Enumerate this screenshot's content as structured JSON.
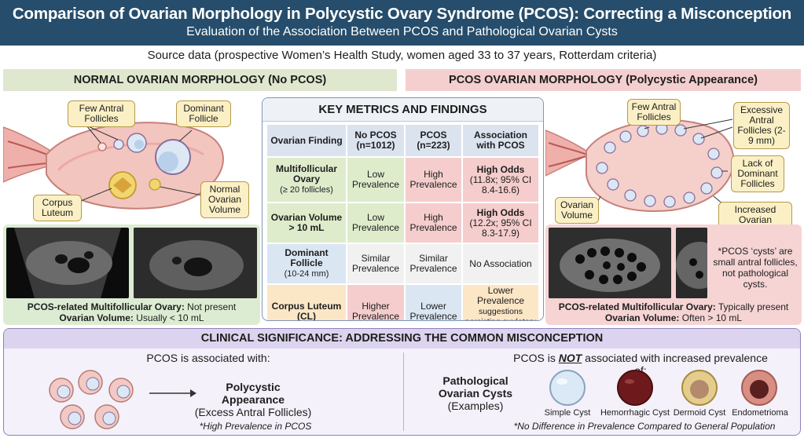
{
  "header": {
    "title": "Comparison of Ovarian Morphology in Polycystic Ovary Syndrome (PCOS): Correcting a Misconception",
    "subtitle": "Evaluation of the Association Between PCOS and Pathological Ovarian Cysts"
  },
  "source": "Source data (prospective Women’s Health Study, women aged 33 to 37 years, Rotterdam criteria)",
  "left_panel": {
    "banner": "NORMAL OVARIAN MORPHOLOGY (No PCOS)",
    "callouts": {
      "few_antral": "Few Antral Follicles",
      "dominant": "Dominant Follicle",
      "corpus_luteum": "Corpus Luteum",
      "normal_volume": "Normal Ovarian Volume"
    },
    "caption_1_bold": "PCOS-related Multifollicular Ovary:",
    "caption_1_text": " Not present",
    "caption_2_bold": "Ovarian Volume:",
    "caption_2_text": " Usually < 10 mL"
  },
  "right_panel": {
    "banner": "PCOS OVARIAN MORPHOLOGY (Polycystic Appearance)",
    "callouts": {
      "few_antral": "Few Antral Follicles",
      "excessive": "Excessive Antral Follicles (2-9 mm)",
      "lack_dominant": "Lack of Dominant Follicles",
      "ovarian_volume": "Ovarian Volume",
      "increased_volume": "Increased Ovarian Volume"
    },
    "note": "*PCOS ‘cysts’ are small antral follicles, not pathological cysts.",
    "caption_1_bold": "PCOS-related Multifollicular Ovary:",
    "caption_1_text": " Typically present",
    "caption_2_bold": "Ovarian Volume:",
    "caption_2_text": " Often > 10 mL"
  },
  "metrics": {
    "title": "KEY METRICS AND FINDINGS",
    "headers": [
      "Ovarian Finding",
      "No PCOS (n=1012)",
      "PCOS (n=223)",
      "Association with PCOS"
    ],
    "rows": [
      {
        "finding": "Multifollicular Ovary",
        "detail": "(≥ 20 follicles)",
        "no_pcos": "Low Prevalence",
        "pcos": "High Prevalence",
        "assoc_bold": "High Odds",
        "assoc_text": "(11.8x; 95% CI 8.4-16.6)"
      },
      {
        "finding": "Ovarian Volume > 10 mL",
        "detail": "",
        "no_pcos": "Low Prevalence",
        "pcos": "High Prevalence",
        "assoc_bold": "High Odds",
        "assoc_text": "(12.2x; 95% CI 8.3-17.9)"
      },
      {
        "finding": "Dominant Follicle",
        "detail": "(10-24 mm)",
        "no_pcos": "Similar Prevalence",
        "pcos": "Similar Prevalence",
        "assoc_bold": "",
        "assoc_text": "No Association"
      },
      {
        "finding": "Corpus Luteum (CL)",
        "detail": "",
        "no_pcos": "Higher Prevalence",
        "pcos": "Lower Prevalence",
        "assoc_bold": "",
        "assoc_text": "Lower Prevalence",
        "assoc_small": "suggestions persisting ovulatory dysfunction"
      }
    ]
  },
  "clinical": {
    "title": "CLINICAL SIGNIFICANCE: ADDRESSING THE COMMON MISCONCEPTION",
    "left_intro": "PCOS is associated with:",
    "left_label_bold": "Polycystic Appearance",
    "left_label": "(Excess Antral Follicles)",
    "left_foot": "*High Prevalence in PCOS",
    "right_intro_a": "PCOS is ",
    "right_intro_not": "NOT",
    "right_intro_b": " associated with increased prevalence of:",
    "right_label_bold": "Pathological Ovarian Cysts",
    "right_label": "(Examples)",
    "cysts": [
      "Simple Cyst",
      "Hemorrhagic Cyst",
      "Dermoid Cyst",
      "Endometrioma"
    ],
    "right_foot": "*No Difference in Prevalence Compared to General Population"
  },
  "colors": {
    "header_bg": "#264d6b",
    "normal_banner": "#dfe8cf",
    "pcos_banner": "#f4cfcf",
    "clinical_border": "#9080bd"
  }
}
